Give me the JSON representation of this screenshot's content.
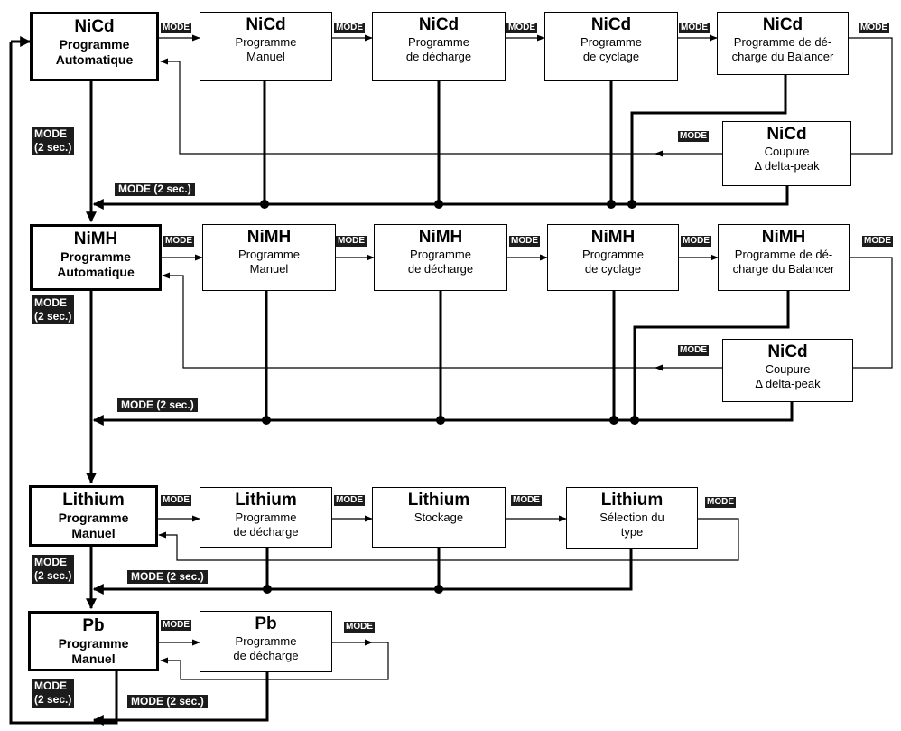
{
  "mode_label": "MODE",
  "mode_hold_long": "MODE (2 sec.)",
  "mode_hold_short": "MODE\n(2 sec.)",
  "rows": {
    "nicd": {
      "auto": {
        "title": "NiCd",
        "sub": "Programme\nAutomatique"
      },
      "manual": {
        "title": "NiCd",
        "sub": "Programme\nManuel"
      },
      "dis": {
        "title": "NiCd",
        "sub": "Programme\nde décharge"
      },
      "cyc": {
        "title": "NiCd",
        "sub": "Programme\nde cyclage"
      },
      "bal": {
        "title": "NiCd",
        "sub": "Programme de dé-\ncharge du Balancer"
      },
      "cut": {
        "title": "NiCd",
        "sub": "Coupure\nΔ delta-peak"
      }
    },
    "nimh": {
      "auto": {
        "title": "NiMH",
        "sub": "Programme\nAutomatique"
      },
      "manual": {
        "title": "NiMH",
        "sub": "Programme\nManuel"
      },
      "dis": {
        "title": "NiMH",
        "sub": "Programme\nde décharge"
      },
      "cyc": {
        "title": "NiMH",
        "sub": "Programme\nde cyclage"
      },
      "bal": {
        "title": "NiMH",
        "sub": "Programme de dé-\ncharge du Balancer"
      },
      "cut": {
        "title": "NiCd",
        "sub": "Coupure\nΔ delta-peak"
      }
    },
    "lithium": {
      "manual": {
        "title": "Lithium",
        "sub": "Programme\nManuel"
      },
      "dis": {
        "title": "Lithium",
        "sub": "Programme\nde décharge"
      },
      "sto": {
        "title": "Lithium",
        "sub": "Stockage"
      },
      "sel": {
        "title": "Lithium",
        "sub": "Sélection du\ntype"
      }
    },
    "pb": {
      "manual": {
        "title": "Pb",
        "sub": "Programme\nManuel"
      },
      "dis": {
        "title": "Pb",
        "sub": "Programme\nde décharge"
      }
    }
  }
}
